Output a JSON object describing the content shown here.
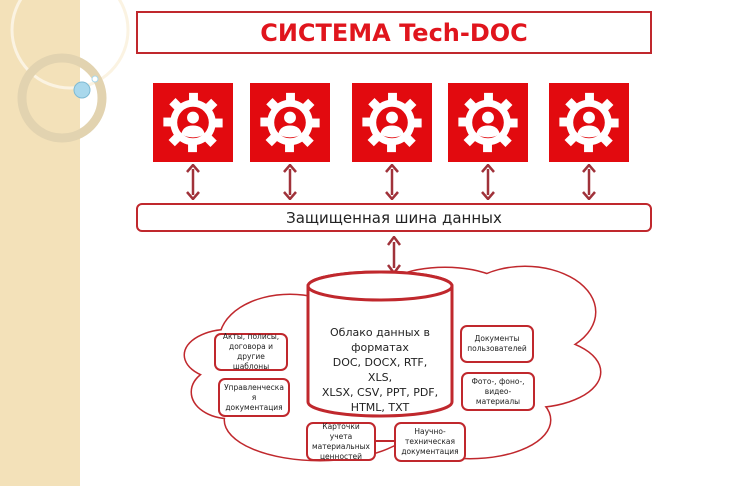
{
  "title": "СИСТЕМА Tech-DOC",
  "bus": "Защищенная шина данных",
  "cloud_center": [
    "Облако данных в",
    "форматах",
    "DOC, DOCX, RTF, XLS,",
    "XLSX, CSV, PPT, PDF,",
    "HTML, TXT"
  ],
  "boxes": {
    "acts": "Акты, полисы, договора и другие шаблоны",
    "mgmt": "Управленческа я документация",
    "cards": "Карточки учета материальных ценностей",
    "science": "Научно-техническая документация",
    "userdocs": "Документы пользователей",
    "media": "Фото-, фоно-, видео-материалы"
  },
  "colors": {
    "accent": "#e20a0f",
    "border": "#c0282d"
  }
}
